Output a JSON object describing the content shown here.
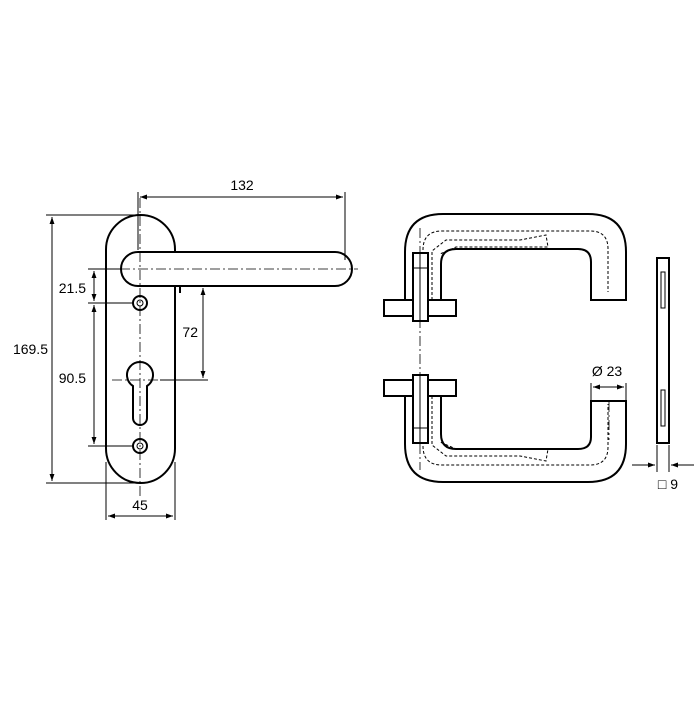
{
  "dimensions": {
    "handle_length": "132",
    "plate_height": "169.5",
    "top_screw_offset": "21.5",
    "screw_spacing": "90.5",
    "handle_to_cylinder": "72",
    "plate_width": "45",
    "grip_diameter": "Ø 23",
    "spindle_square": "□ 9"
  }
}
